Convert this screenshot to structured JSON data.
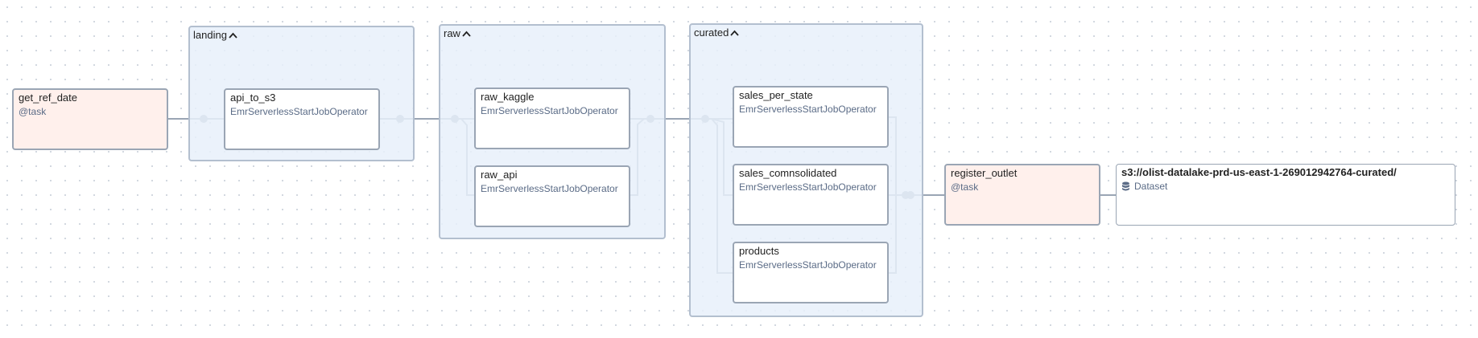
{
  "groups": {
    "landing": {
      "label": "landing"
    },
    "raw": {
      "label": "raw"
    },
    "curated": {
      "label": "curated"
    }
  },
  "nodes": {
    "get_ref_date": {
      "title": "get_ref_date",
      "subtitle": "@task"
    },
    "api_to_s3": {
      "title": "api_to_s3",
      "subtitle": "EmrServerlessStartJobOperator"
    },
    "raw_kaggle": {
      "title": "raw_kaggle",
      "subtitle": "EmrServerlessStartJobOperator"
    },
    "raw_api": {
      "title": "raw_api",
      "subtitle": "EmrServerlessStartJobOperator"
    },
    "sales_per_state": {
      "title": "sales_per_state",
      "subtitle": "EmrServerlessStartJobOperator"
    },
    "sales_comnsolidated": {
      "title": "sales_comnsolidated",
      "subtitle": "EmrServerlessStartJobOperator"
    },
    "products": {
      "title": "products",
      "subtitle": "EmrServerlessStartJobOperator"
    },
    "register_outlet": {
      "title": "register_outlet",
      "subtitle": "@task"
    },
    "dataset": {
      "title": "s3://olist-datalake-prd-us-east-1-269012942764-curated/",
      "subtitle": "Dataset"
    }
  },
  "colors": {
    "edge": "#9aa5b4",
    "task_fill": "#fff0ec",
    "group_fill": "#e8f0fa",
    "subtitle": "#5a6b86"
  },
  "icons": {
    "group_toggle": "chevron-up-icon",
    "dataset": "database-icon"
  }
}
